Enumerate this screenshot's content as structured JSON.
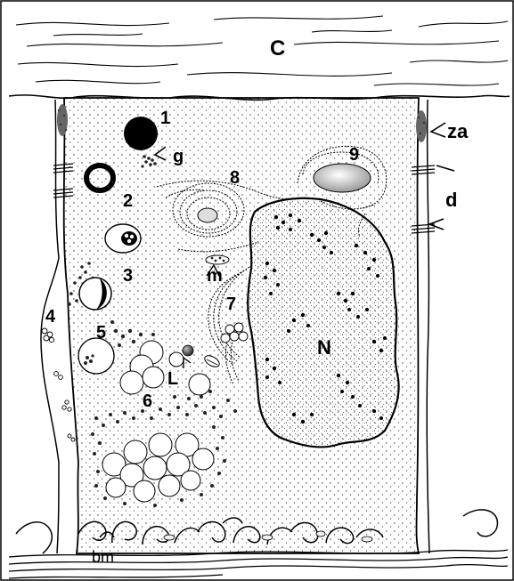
{
  "labels": {
    "collagen": "C",
    "zonula_adherens": "za",
    "desmosome": "d",
    "granule_1": "1",
    "glycogen": "g",
    "granule_2": "2",
    "granule_3": "3",
    "vesicle_4": "4",
    "vesicle_5": "5",
    "droplets_6": "6",
    "golgi_7": "7",
    "rer_8": "8",
    "vacuole_9": "9",
    "mitochondrion": "m",
    "lipid": "L",
    "nucleus": "N",
    "basement_membrane": "bm"
  }
}
